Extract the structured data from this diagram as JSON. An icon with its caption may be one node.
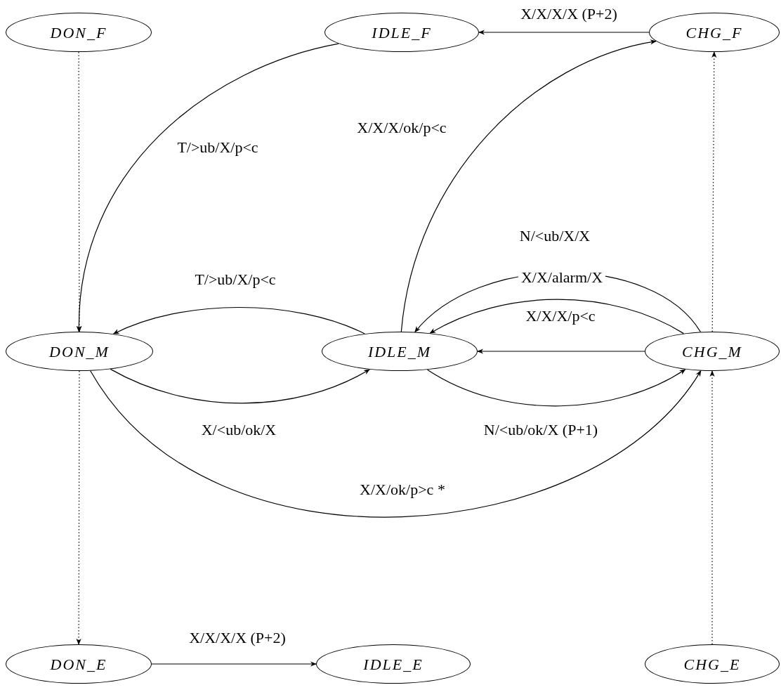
{
  "diagram": {
    "nodes": [
      {
        "text": [
          "DON_F"
        ]
      },
      {
        "text": [
          "IDLE_F"
        ]
      },
      {
        "text": [
          "CHG_F"
        ]
      },
      {
        "text": [
          "DON_M"
        ]
      },
      {
        "text": [
          "IDLE_M"
        ]
      },
      {
        "text": [
          "CHG_M"
        ]
      },
      {
        "text": [
          "DON_E"
        ]
      },
      {
        "text": [
          "IDLE_E"
        ]
      },
      {
        "text": [
          "CHG_E"
        ]
      }
    ],
    "edges": [
      {
        "from": 2,
        "to": 1,
        "arrow": "to",
        "label": "X/X/X/X (P+2)"
      },
      {
        "from": 1,
        "to": 3,
        "arrow": "to",
        "label": "T/>ub/X/p<c"
      },
      {
        "from": 0,
        "to": 3,
        "arrow": "to",
        "style": "dashed"
      },
      {
        "from": 4,
        "to": 2,
        "arrow": "to",
        "label": "X/X/X/ok/p<c"
      },
      {
        "from": 5,
        "to": 4,
        "arrow": "to",
        "label": "N/<ub/X/X"
      },
      {
        "from": 5,
        "to": 4,
        "arrow": "to",
        "label": "X/X/alarm/X"
      },
      {
        "from": 4,
        "to": 3,
        "arrow": "to",
        "label": "T/>ub/X/p<c"
      },
      {
        "from": 5,
        "to": 4,
        "arrow": "to",
        "label": "X/X/X/p<c"
      },
      {
        "from": 3,
        "to": 4,
        "arrow": "to",
        "label": "X/<ub/ok/X"
      },
      {
        "from": 4,
        "to": 5,
        "arrow": "to",
        "label": "N/<ub/ok/X (P+1)"
      },
      {
        "from": 3,
        "to": 5,
        "arrow": "to",
        "label": "X/X/ok/p>c *"
      },
      {
        "from": 5,
        "to": 2,
        "arrow": "to",
        "style": "dashed"
      },
      {
        "from": 3,
        "to": 6,
        "arrow": "to",
        "style": "dashed"
      },
      {
        "from": 6,
        "to": 7,
        "arrow": "to",
        "label": "X/X/X/X (P+2)"
      },
      {
        "from": 8,
        "to": 5,
        "arrow": "to",
        "style": "dashed"
      }
    ]
  }
}
